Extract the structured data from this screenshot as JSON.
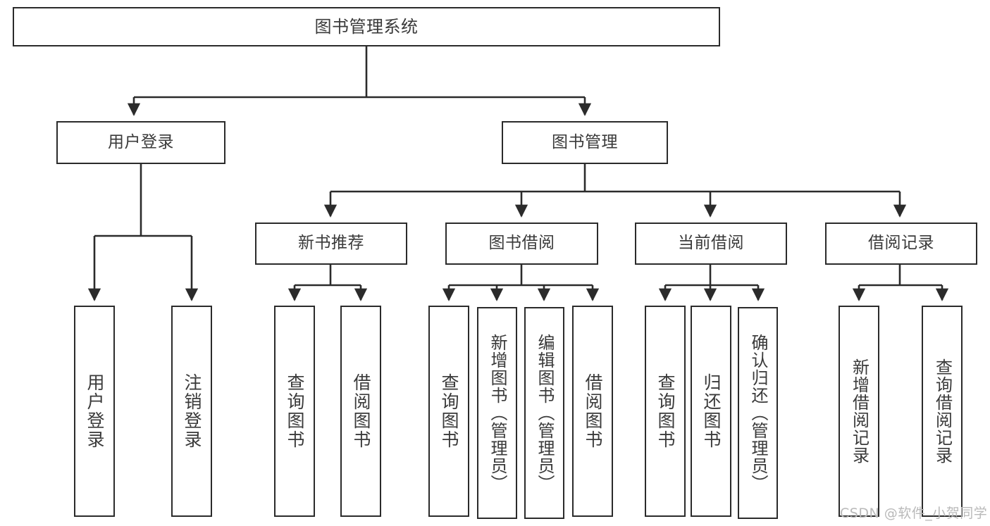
{
  "diagram": {
    "title": "图书管理系统",
    "type": "tree-hierarchy-diagram",
    "nodes": {
      "root": {
        "label": "图书管理系统"
      },
      "level1": [
        {
          "id": "user-login",
          "label": "用户登录"
        },
        {
          "id": "book-management",
          "label": "图书管理"
        }
      ],
      "level2": [
        {
          "id": "new-book-recommend",
          "label": "新书推荐"
        },
        {
          "id": "book-borrow",
          "label": "图书借阅"
        },
        {
          "id": "current-borrow",
          "label": "当前借阅"
        },
        {
          "id": "borrow-record",
          "label": "借阅记录"
        }
      ],
      "leaves": {
        "user-login": [
          {
            "id": "login",
            "label": "用户登录"
          },
          {
            "id": "logout",
            "label": "注销登录"
          }
        ],
        "new-book-recommend": [
          {
            "id": "query-book-1",
            "label": "查询图书"
          },
          {
            "id": "borrow-book-1",
            "label": "借阅图书"
          }
        ],
        "book-borrow": [
          {
            "id": "query-book-2",
            "label": "查询图书"
          },
          {
            "id": "add-book",
            "label": "新增图书（管理员）"
          },
          {
            "id": "edit-book",
            "label": "编辑图书（管理员）"
          },
          {
            "id": "borrow-book-2",
            "label": "借阅图书"
          }
        ],
        "current-borrow": [
          {
            "id": "query-book-3",
            "label": "查询图书"
          },
          {
            "id": "return-book",
            "label": "归还图书"
          },
          {
            "id": "confirm-return",
            "label": "确认归还（管理员）"
          }
        ],
        "borrow-record": [
          {
            "id": "add-borrow-record",
            "label": "新增借阅记录"
          },
          {
            "id": "query-borrow-record",
            "label": "查询借阅记录"
          }
        ]
      }
    },
    "watermark": "CSDN @软件_小贺同学",
    "colors": {
      "border": "#2b2b2b",
      "text": "#3a3a3a",
      "background": "#ffffff",
      "watermark": "#b9b9b9"
    }
  }
}
